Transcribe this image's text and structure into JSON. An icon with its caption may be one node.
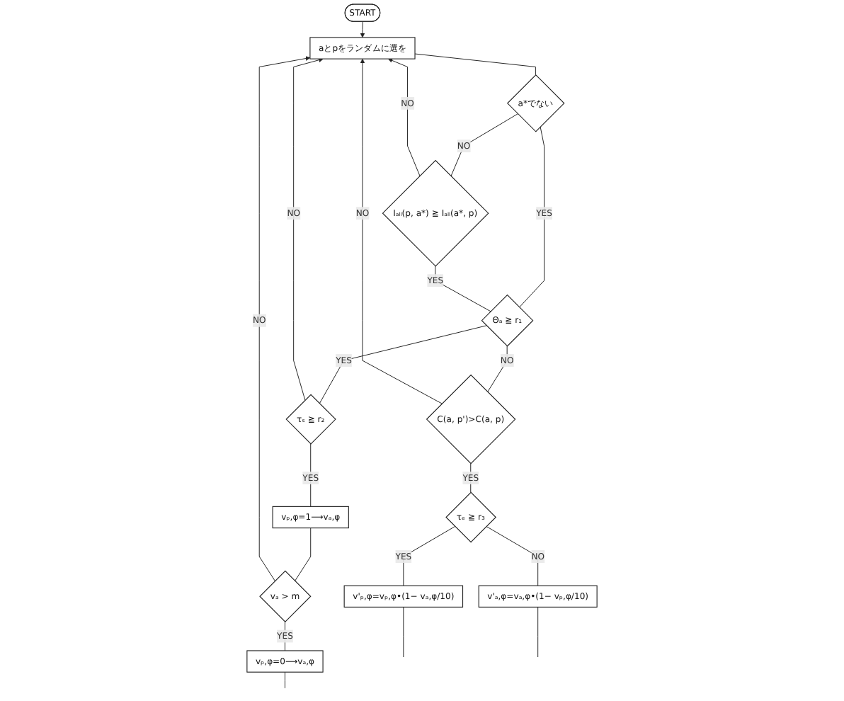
{
  "diagram": {
    "nodes": [
      {
        "text": [
          "START"
        ]
      },
      {
        "text": [
          "aとpをランダムに選を"
        ]
      },
      {
        "text": [
          "a*でない"
        ]
      },
      {
        "text": [
          "Iₐₗₗ(p, a*) ≧ Iₐₗₗ(a*, p)"
        ]
      },
      {
        "text": [
          "Θₐ ≧ r₁"
        ]
      },
      {
        "text": [
          "τₛ ≧ r₂"
        ]
      },
      {
        "text": [
          "vₚ,φ=1⟶vₐ,φ"
        ]
      },
      {
        "text": [
          "vₐ > m"
        ]
      },
      {
        "text": [
          "vₚ,φ=0⟶vₐ,φ"
        ]
      },
      {
        "text": [
          "C(a, p')>C(a, p)"
        ]
      },
      {
        "text": [
          "τₑ ≧ r₃"
        ]
      },
      {
        "text": [
          "v'ₚ,φ=vₚ,φ•(1− vₐ,φ/10)"
        ]
      },
      {
        "text": [
          "v'ₐ,φ=vₐ,φ•(1− vₚ,φ/10)"
        ]
      }
    ],
    "edges": [
      {
        "from": 0,
        "to": 1,
        "arrow": "to"
      },
      {
        "from": 1,
        "to": 2,
        "arrow": "none"
      },
      {
        "from": 2,
        "to": 4,
        "label": "YES",
        "arrow": "none"
      },
      {
        "from": 2,
        "to": 3,
        "label": "NO",
        "arrow": "none"
      },
      {
        "from": 3,
        "to": 4,
        "label": "YES",
        "arrow": "none"
      },
      {
        "from": 3,
        "to": 1,
        "label": "NO",
        "arrow": "to"
      },
      {
        "from": 4,
        "to": 5,
        "label": "YES",
        "arrow": "none"
      },
      {
        "from": 4,
        "to": 9,
        "label": "NO",
        "arrow": "none"
      },
      {
        "from": 5,
        "to": 1,
        "label": "NO",
        "arrow": "to"
      },
      {
        "from": 5,
        "to": 6,
        "label": "YES",
        "arrow": "none"
      },
      {
        "from": 6,
        "to": 7,
        "arrow": "none"
      },
      {
        "from": 7,
        "to": 1,
        "label": "NO",
        "arrow": "to"
      },
      {
        "from": 7,
        "to": 8,
        "label": "YES",
        "arrow": "none"
      },
      {
        "from": 9,
        "to": 1,
        "label": "NO",
        "arrow": "to"
      },
      {
        "from": 9,
        "to": 10,
        "label": "YES",
        "arrow": "none"
      },
      {
        "from": 10,
        "to": 11,
        "label": "YES",
        "arrow": "none"
      },
      {
        "from": 10,
        "to": 12,
        "label": "NO",
        "arrow": "none"
      },
      {
        "from": 8,
        "to": null,
        "arrow": "none"
      },
      {
        "from": 11,
        "to": null,
        "arrow": "none"
      },
      {
        "from": 12,
        "to": null,
        "arrow": "none"
      }
    ]
  }
}
